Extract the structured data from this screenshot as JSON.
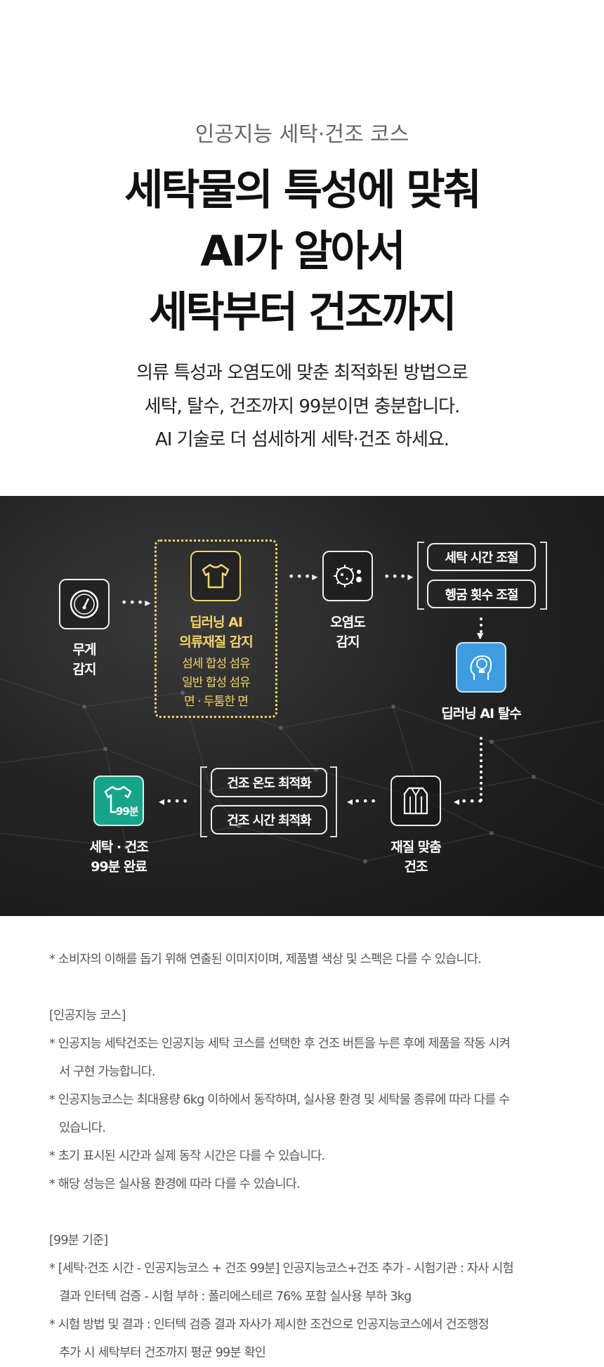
{
  "header": {
    "eyebrow": "인공지능 세탁·건조 코스",
    "headline": [
      "세탁물의 특성에 맞춰",
      "AI가 알아서",
      "세탁부터 건조까지"
    ],
    "body": [
      "의류 특성과 오염도에 맞춘 최적화된 방법으로",
      "세탁, 탈수, 건조까지 99분이면 충분합니다.",
      "AI 기술로 더 섬세하게 세탁·건조 하세요."
    ]
  },
  "diagram": {
    "weight": {
      "label1": "무게",
      "label2": "감지",
      "icon": "gauge-icon"
    },
    "fabric": {
      "title1": "딥러닝 AI",
      "title2": "의류재질 감지",
      "items": [
        "섬세 합성 섬유",
        "일반 합성 섬유",
        "면 · 두툼한 면"
      ],
      "icon": "tshirt-icon"
    },
    "soil": {
      "label1": "오염도",
      "label2": "감지",
      "icon": "virus-icon"
    },
    "wash_adjust": [
      "세탁 시간 조절",
      "헹굼 횟수 조절"
    ],
    "spin": {
      "label": "딥러닝 AI 탈수",
      "icon": "ai-head-icon"
    },
    "dry_fabric": {
      "label1": "재질 맞춤",
      "label2": "건조",
      "icon": "shirt-icon"
    },
    "dry_adjust": [
      "건조 온도 최적화",
      "건조 시간 최적화"
    ],
    "done": {
      "label1": "세탁 · 건조",
      "label2": "99분 완료",
      "badge": "99분",
      "icon": "tshirt-99-icon"
    },
    "colors": {
      "yellow": "#f2d56b",
      "blue": "#3d9de0",
      "green": "#15a58a"
    }
  },
  "notes": {
    "disclaimer": "* 소비자의 이해를 돕기 위해 연출된 이미지이며, 제품별 색상 및 스펙은 다를 수 있습니다.",
    "ai_title": "[인공지능 코스]",
    "ai": [
      "* 인공지능 세탁건조는 인공지능 세탁 코스를 선택한 후 건조 버튼을 누른 후에 제품을 작동 시켜",
      "서 구현 가능합니다.",
      "* 인공지능코스는 최대용량 6kg 이하에서 동작하며, 실사용 환경 및 세탁물 종류에 따라 다를 수",
      "있습니다.",
      "* 초기 표시된 시간과 실제 동작 시간은 다를 수 있습니다.",
      "* 해당 성능은 실사용 환경에 따라 다를 수 있습니다."
    ],
    "t99_title": "[99분 기준]",
    "t99": [
      "* [세탁·건조 시간 - 인공지능코스 + 건조 99분] 인공지능코스+건조 추가 - 시험기관 : 자사 시험",
      "결과 인터텍 검증 - 시험 부하 : 폴리에스테르 76% 포함 실사용 부하 3kg",
      "* 시험 방법 및 결과 : 인터텍 검증 결과 자사가 제시한 조건으로 인공지능코스에서 건조행정",
      "추가 시 세탁부터 건조까지 평균 99분 확인"
    ]
  }
}
